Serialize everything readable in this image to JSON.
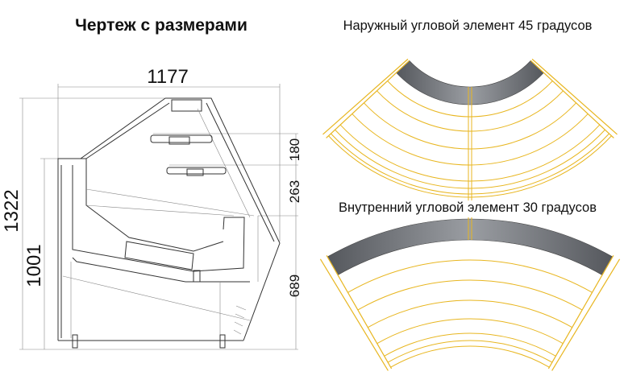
{
  "titles": {
    "drawing": "Чертеж с размерами",
    "outer_corner": "Наружный угловой элемент 45 градусов",
    "inner_corner": "Внутренний  угловой элемент 30 градусов"
  },
  "dimensions": {
    "width": "1177",
    "total_height": "1322",
    "counter_height": "1001",
    "shelf_gap_top": "180",
    "shelf_gap_bottom": "263",
    "front_height": "689"
  },
  "colors": {
    "frame": "#e8b620",
    "band": "#5a5d62"
  }
}
